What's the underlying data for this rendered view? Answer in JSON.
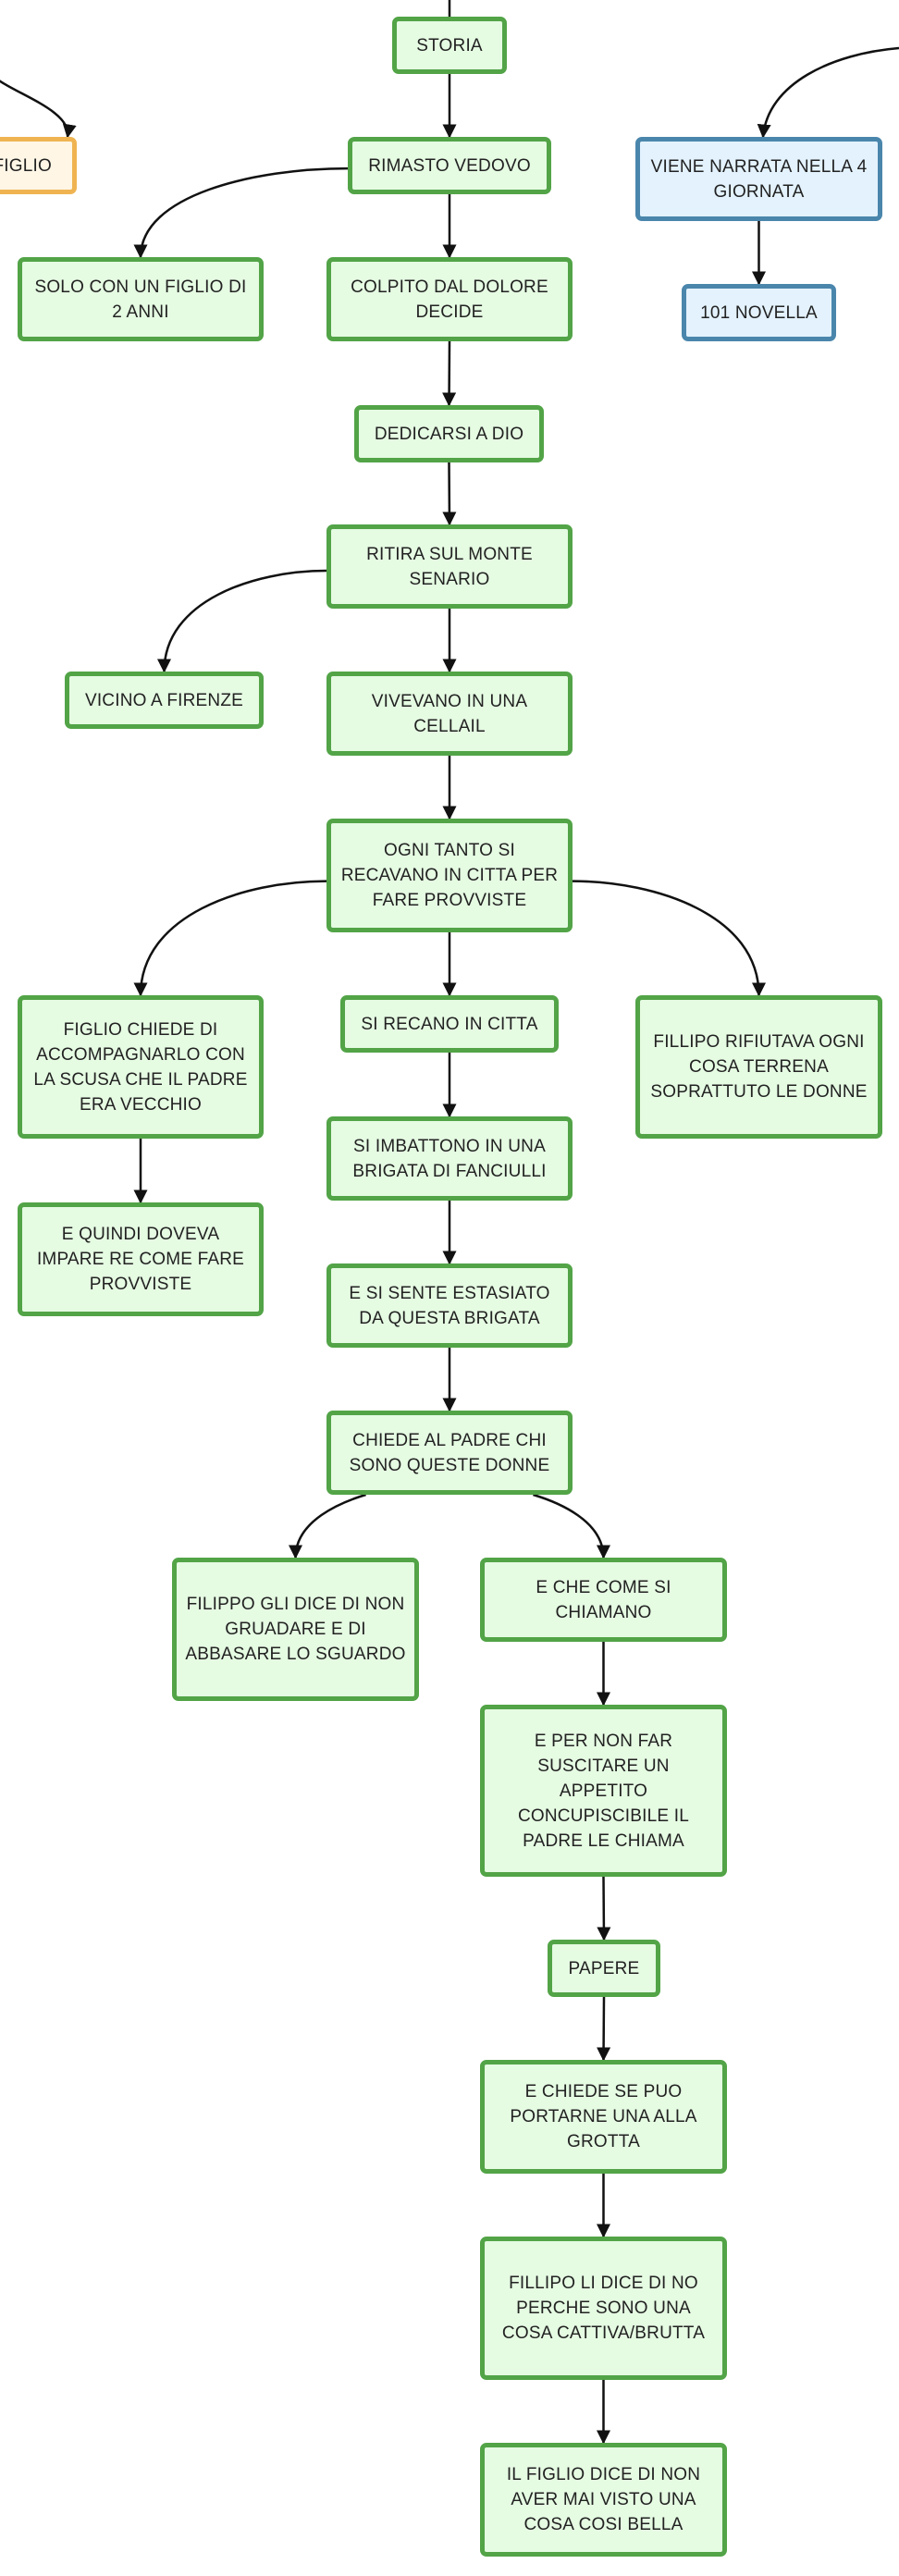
{
  "nodes": [
    {
      "id": "storia",
      "text": "STORIA"
    },
    {
      "id": "figlio",
      "text": "FIGLIO"
    },
    {
      "id": "rimasto",
      "text": "RIMASTO VEDOVO"
    },
    {
      "id": "viene",
      "text": "VIENE NARRATA NELLA 4 GIORNATA"
    },
    {
      "id": "solo",
      "text": "SOLO CON UN FIGLIO DI 2 ANNI"
    },
    {
      "id": "colpito",
      "text": "COLPITO DAL DOLORE DECIDE"
    },
    {
      "id": "novella",
      "text": "101 NOVELLA"
    },
    {
      "id": "dedicarsi",
      "text": "DEDICARSI A DIO"
    },
    {
      "id": "ritira",
      "text": "RITIRA SUL MONTE SENARIO"
    },
    {
      "id": "vicino",
      "text": "VICINO A FIRENZE"
    },
    {
      "id": "vivevano",
      "text": "VIVEVANO IN UNA CELLAIL"
    },
    {
      "id": "ogni",
      "text": "OGNI TANTO SI RECAVANO IN CITTA PER FARE PROVVISTE"
    },
    {
      "id": "figliochiede",
      "text": "FIGLIO CHIEDE DI ACCOMPAGNARLO CON LA SCUSA CHE IL PADRE ERA VECCHIO"
    },
    {
      "id": "sirecano",
      "text": "SI RECANO IN CITTA"
    },
    {
      "id": "fillipo",
      "text": "FILLIPO RIFIUTAVA OGNI COSA TERRENA SOPRATTUTO LE DONNE"
    },
    {
      "id": "imbattono",
      "text": "SI IMBATTONO IN UNA BRIGATA DI FANCIULLI"
    },
    {
      "id": "quindi",
      "text": "E QUINDI DOVEVA IMPARE RE COME FARE PROVVISTE"
    },
    {
      "id": "estasiato",
      "text": "E SI SENTE ESTASIATO DA QUESTA BRIGATA"
    },
    {
      "id": "chiede",
      "text": "CHIEDE AL PADRE CHI SONO QUESTE DONNE"
    },
    {
      "id": "filippo",
      "text": "FILIPPO  GLI DICE DI NON GRUADARE E DI ABBASARE LO SGUARDO"
    },
    {
      "id": "checome",
      "text": "E CHE COME SI CHIAMANO"
    },
    {
      "id": "pernon",
      "text": "E PER NON FAR SUSCITARE UN APPETITO CONCUPISCIBILE IL PADRE LE CHIAMA"
    },
    {
      "id": "papere",
      "text": "PAPERE"
    },
    {
      "id": "chiedese",
      "text": "E CHIEDE SE PUO PORTARNE UNA ALLA GROTTA"
    },
    {
      "id": "fillipoli",
      "text": "FILLIPO LI DICE DI NO PERCHE SONO UNA COSA CATTIVA/BRUTTA"
    },
    {
      "id": "ilfiglio",
      "text": "IL FIGLIO DICE DI NON AVER MAI VISTO UNA COSA COSI BELLA"
    }
  ],
  "edges": [
    [
      "storia",
      "rimasto"
    ],
    [
      "rimasto",
      "solo"
    ],
    [
      "rimasto",
      "colpito"
    ],
    [
      "colpito",
      "dedicarsi"
    ],
    [
      "dedicarsi",
      "ritira"
    ],
    [
      "ritira",
      "vicino"
    ],
    [
      "ritira",
      "vivevano"
    ],
    [
      "vivevano",
      "ogni"
    ],
    [
      "ogni",
      "figliochiede"
    ],
    [
      "ogni",
      "sirecano"
    ],
    [
      "ogni",
      "fillipo"
    ],
    [
      "figliochiede",
      "quindi"
    ],
    [
      "sirecano",
      "imbattono"
    ],
    [
      "imbattono",
      "estasiato"
    ],
    [
      "estasiato",
      "chiede"
    ],
    [
      "chiede",
      "filippo"
    ],
    [
      "chiede",
      "checome"
    ],
    [
      "checome",
      "pernon"
    ],
    [
      "pernon",
      "papere"
    ],
    [
      "papere",
      "chiedese"
    ],
    [
      "chiedese",
      "fillipoli"
    ],
    [
      "fillipoli",
      "ilfiglio"
    ],
    [
      "viene",
      "novella"
    ]
  ]
}
